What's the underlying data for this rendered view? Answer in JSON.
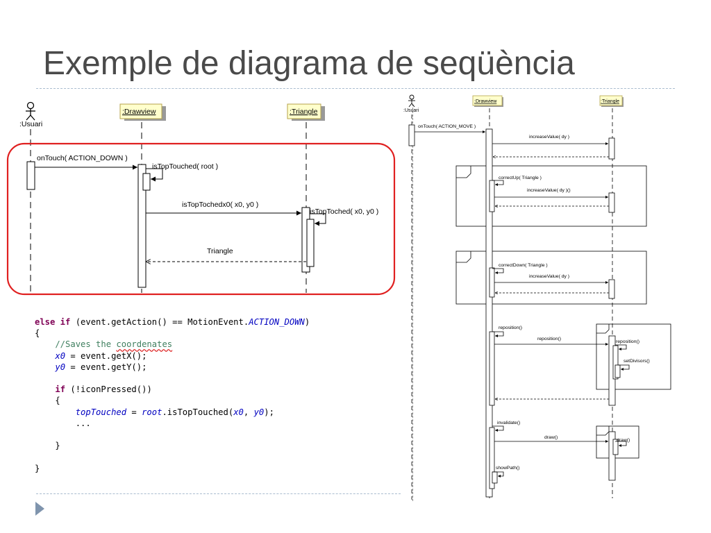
{
  "slide": {
    "title": "Exemple de diagrama de seqüència"
  },
  "left": {
    "actor": ":Usuari",
    "lifelines": [
      ":Drawview",
      ":Triangle"
    ],
    "messages": {
      "m1": "onTouch( ACTION_DOWN )",
      "m2": "isTopTouched( root )",
      "m3": "isTopTochedx0( x0, y0 )",
      "m4": "isTopToched( x0, y0 )",
      "m5": "Triangle"
    }
  },
  "right": {
    "actor": ":Usuari",
    "lifelines": [
      ":Drawview",
      ":Triangle"
    ],
    "messages": {
      "m1": "onTouch( ACTION_MOVE )",
      "m2": "increaseValue( dy )",
      "m3": "correctUp( Triangle )",
      "m4": "increaseValue( dy )()",
      "m5": "correctDown( Triangle )",
      "m6": "increaseValue( dy )",
      "m7": "reposition()",
      "m8": "reposition()",
      "m9": "reposition()",
      "m10": "setDivisors()",
      "m11": "invalidate()",
      "m12": "draw()",
      "m13": "draw()",
      "m14": "showPath()"
    }
  },
  "code": {
    "l1a": "else if",
    "l1b": " (event.getAction() == MotionEvent.",
    "l1c": "ACTION_DOWN",
    "l1d": ")",
    "l2": "{",
    "l3a": "    //Saves the ",
    "l3b": "coordenates",
    "l4a": "x0",
    "l4b": " = event.getX();",
    "l5a": "y0",
    "l5b": " = event.getY();",
    "l7a": "if",
    "l7b": " (!iconPressed())",
    "l8": "{",
    "l9a": "topTouched",
    "l9b": " = ",
    "l9c": "root",
    "l9d": ".isTopTouched(",
    "l9e": "x0",
    "l9f": ", ",
    "l9g": "y0",
    "l9h": ");",
    "l10": "...",
    "l11": "}",
    "l12": "}"
  }
}
